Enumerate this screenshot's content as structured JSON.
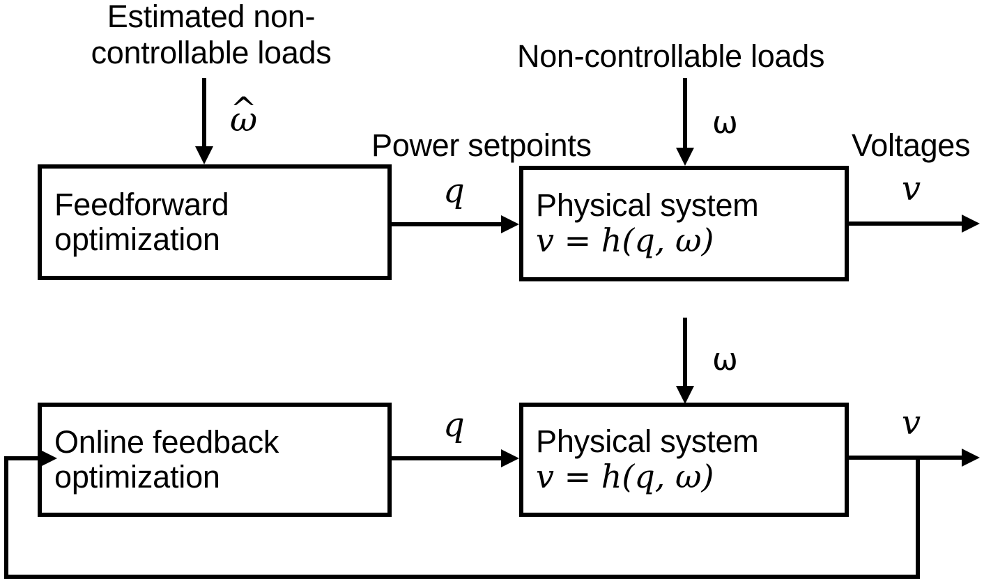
{
  "diagram": {
    "title": "Feedforward optimization versus online feedback optimization block diagram",
    "background_color": "#ffffff",
    "stroke_color": "#000000",
    "rows": [
      {
        "id": "feedforward-row",
        "input_label": "Estimated non-\ncontrollable loads",
        "input_label_line1": "Estimated non-",
        "input_label_line2": "controllable loads",
        "input_symbol": "ω",
        "input_symbol_hat": "̂",
        "controller_line1": "Feedforward",
        "controller_line2": "optimization",
        "middle_label": "Power setpoints",
        "middle_symbol": "q",
        "plant_line1": "Physical system",
        "plant_line2": "v = h(q, ω)",
        "disturbance_label": "Non-controllable loads",
        "disturbance_symbol": "ω",
        "output_label": "Voltages",
        "output_symbol": "v"
      },
      {
        "id": "feedback-row",
        "controller_line1": "Online feedback",
        "controller_line2": "optimization",
        "middle_symbol": "q",
        "plant_line1": "Physical system",
        "plant_line2": "v = h(q, ω)",
        "disturbance_symbol": "ω",
        "output_symbol": "v",
        "has_feedback_loop": true
      }
    ],
    "math_pieces": {
      "v": "v",
      "eq": "=",
      "h": "h",
      "lparen": "(",
      "q": "q",
      "comma": ",",
      "omega": "ω",
      "rparen": ")"
    }
  }
}
